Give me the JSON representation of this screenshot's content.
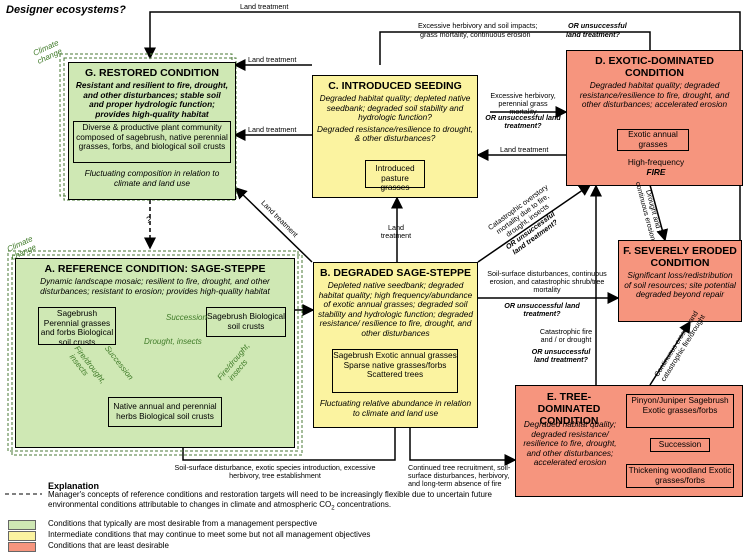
{
  "header": {
    "title": "Designer ecosystems?"
  },
  "boxes": {
    "g": {
      "title": "G. RESTORED CONDITION",
      "desc": "Resistant and resilient to fire, drought, and other disturbances; stable soil and proper hydrologic function; provides high-quality habitat",
      "inner": "Diverse & productive plant community composed of sagebrush, native perennial grasses, forbs, and biological soil crusts",
      "foot": "Fluctuating composition in relation to climate and land use"
    },
    "c": {
      "title": "C. INTRODUCED SEEDING",
      "desc1": "Degraded habitat quality; depleted native seedbank; degraded soil stability and hydrologic function?",
      "desc2": "Degraded resistance/resilience to drought, & other disturbances?",
      "inner": "Introduced pasture grasses"
    },
    "d": {
      "title": "D. EXOTIC-DOMINATED CONDITION",
      "desc": "Degraded habitat quality; degraded resistance/resilience to fire, drought, and other disturbances; accelerated erosion",
      "inner": "Exotic annual grasses",
      "cycle1": "High-frequency",
      "cycle2": "FIRE"
    },
    "a": {
      "title": "A. REFERENCE CONDITION: SAGE-STEPPE",
      "desc": "Dynamic landscape mosaic; resilient to fire, drought, and other disturbances; resistant to erosion; provides high-quality habitat",
      "s1": "Sagebrush Perennial grasses and forbs Biological soil crusts",
      "s2": "Sagebrush Biological soil crusts",
      "s3": "Native annual and perennial herbs Biological soil crusts",
      "succession": "Succession",
      "drought": "Drought, insects",
      "fire1": "Fire/drought, insects",
      "succ2": "Succession",
      "fire2": "Fire/drought, insects"
    },
    "b": {
      "title": "B. DEGRADED SAGE-STEPPE",
      "desc": "Depleted native seedbank; degraded habitat quality; high frequency/abundance of exotic annual grasses; degraded soil stability and hydrologic function; degraded resistance/ resilience to fire, drought, and other disturbances",
      "inner": "Sagebrush Exotic annual grasses Sparse native grasses/forbs Scattered trees",
      "foot": "Fluctuating relative abundance in relation to climate and land use"
    },
    "f": {
      "title": "F. SEVERELY ERODED CONDITION",
      "desc": "Significant loss/redistribution of soil resources; site potential degraded beyond repair"
    },
    "e": {
      "title": "E. TREE-DOMINATED CONDITION",
      "desc": "Degraded habitat quality; degraded resistance/ resilience to fire, drought, and other disturbances; accelerated erosion",
      "i1": "Pinyon/Juniper Sagebrush Exotic grasses/forbs",
      "i2": "Succession",
      "i3": "Thickening woodland Exotic grasses/forbs"
    }
  },
  "labels": {
    "land_treatment_top": "Land treatment",
    "excessive_herb_soil": "Excessive herbivory and soil impacts;",
    "or_unsucc_1": "OR unsuccessful",
    "grass_mort": "grass mortality, continuous erosion",
    "land_treat_q1": "land treatment?",
    "land_treatment_2": "Land treatment",
    "land_treatment_3": "Land treatment",
    "excess_herb_perennial": "Excessive herbivory, perennial grass mortality",
    "or_unsucc_2": "OR unsuccessful land treatment?",
    "land_treatment_4": "Land treatment",
    "land_treatment_diag": "Land treatment",
    "land_treatment_5": "Land treatment",
    "catastrophic_overstory": "Catastrophic overstory mortality due to fire, drought, insects",
    "or_unsucc_3": "OR unsuccessful land treatment?",
    "drought_erosion": "Drought and continuous erosion",
    "soil_surface_dist": "Soil-surface disturbances, continuous erosion, and catastrophic shrub/tree mortality",
    "or_unsucc_4": "OR unsuccessful land treatment?",
    "catastrophic_fire": "Catastrophic fire and / or drought",
    "or_unsucc_5": "OR unsuccessful land treatment?",
    "continuous_erosion": "Continuous erosion and catastrophic fire/drought",
    "bottom_a": "Soil-surface disturbance, exotic species introduction, excessive herbivory, tree establishment",
    "bottom_b": "Continued tree recruitment, soil-surface disturbances, herbivory, and long-term absence of fire",
    "climate_change_1": "Climate change",
    "climate_change_2": "Climate change",
    "question": "?"
  },
  "legend": {
    "title": "Explanation",
    "dash": "Manager's concepts of reference conditions and restoration targets will need to be increasingly flexible due to uncertain future environmental conditions attributable to changes in climate and atmospheric CO",
    "dash_sub": "2",
    "dash_end": " concentrations.",
    "green": "Conditions that typically are most desirable from a management perspective",
    "yellow": "Intermediate conditions that may continue to meet some but not all management objectives",
    "salmon": "Conditions that are least desirable",
    "colors": {
      "green": "#cfe8b4",
      "yellow": "#fbf3a0",
      "salmon": "#f6957e"
    }
  }
}
